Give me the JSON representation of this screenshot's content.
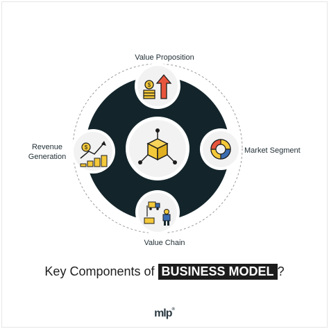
{
  "components": {
    "top": "Value Proposition",
    "right": "Market Segment",
    "left_line1": "Revenue",
    "left_line2": "Generation",
    "bottom": "Value Chain"
  },
  "headline": {
    "prefix": "Key Components of",
    "highlight": "BUSINESS MODEL",
    "suffix": "?"
  },
  "logo": {
    "text": "mlp",
    "mark": "®"
  },
  "colors": {
    "disc": "#13252b",
    "node_fill": "#f2f2f2",
    "node_ring": "#ffffff",
    "accent_yellow": "#f4c93a",
    "accent_red": "#e8553d",
    "accent_blue": "#3c6db1",
    "dashed_orbit": "#9a9a9a"
  },
  "icons": {
    "center": "cube-network-icon",
    "top": "coins-arrow-up-icon",
    "right": "donut-chart-icon",
    "left": "money-growth-chart-icon",
    "bottom": "worker-truck-icon"
  }
}
